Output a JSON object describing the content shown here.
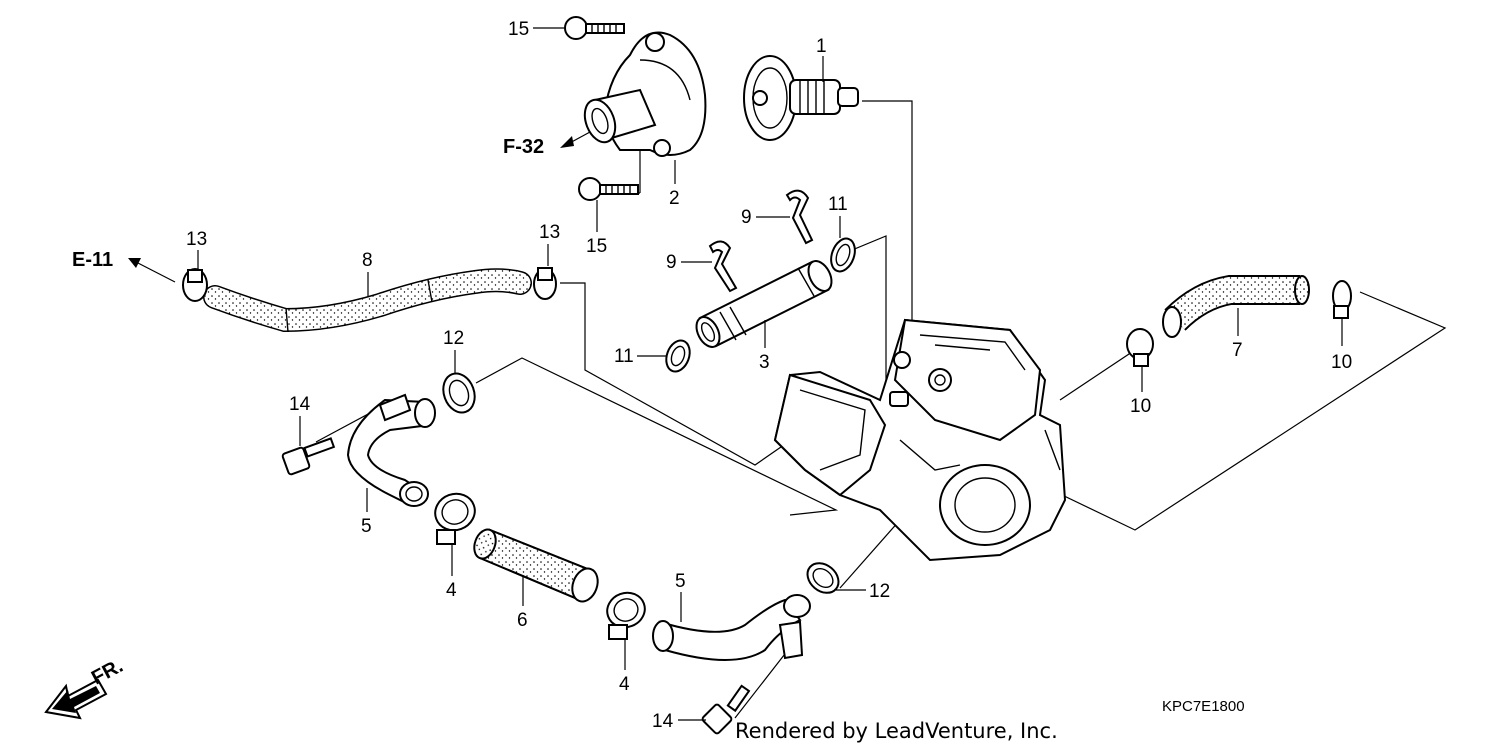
{
  "callouts": {
    "n1": "1",
    "n2": "2",
    "n3": "3",
    "n4a": "4",
    "n4b": "4",
    "n5a": "5",
    "n5b": "5",
    "n6": "6",
    "n7": "7",
    "n8": "8",
    "n9a": "9",
    "n9b": "9",
    "n10a": "10",
    "n10b": "10",
    "n11a": "11",
    "n11b": "11",
    "n12a": "12",
    "n12b": "12",
    "n13a": "13",
    "n13b": "13",
    "n14a": "14",
    "n14b": "14",
    "n15a": "15",
    "n15b": "15"
  },
  "refs": {
    "f32": "F-32",
    "e11": "E-11",
    "fr": "FR."
  },
  "diagram_code": "KPC7E1800",
  "credit": "Rendered by LeadVenture, Inc."
}
